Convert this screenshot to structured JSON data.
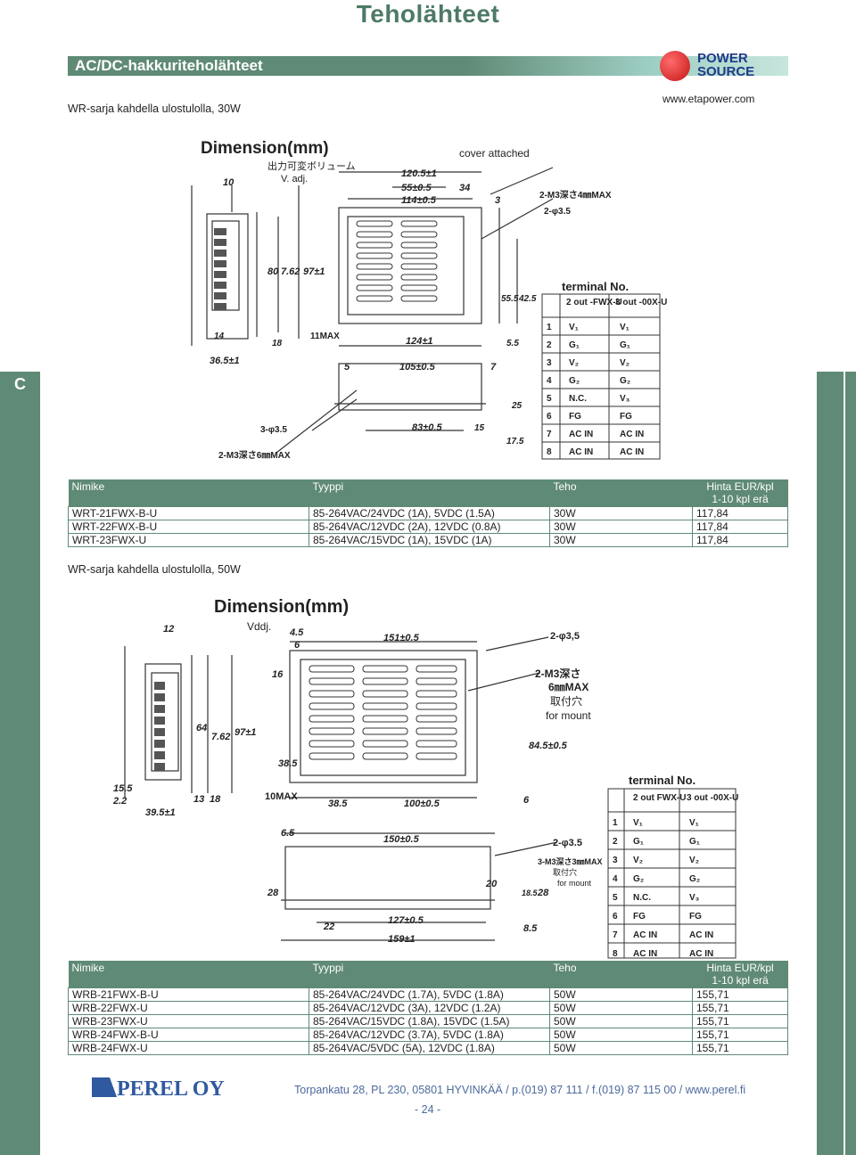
{
  "page_title": "Teholähteet",
  "section_header": "AC/DC-hakkuriteholähteet",
  "brand": {
    "line1": "POWER",
    "line2": "SOURCE",
    "website": "www.etapower.com"
  },
  "side_tab_letter": "C",
  "section1": {
    "subtitle": "WR-sarja kahdella ulostulolla, 30W",
    "diagram": {
      "title": "Dimension(mm)",
      "notes": [
        "出力可変ボリューム",
        "V. adj.",
        "cover  attached",
        "2-M3深さ4㎜MAX",
        "2-φ3.5",
        "3-φ3.5",
        "2-M3深さ6㎜MAX",
        "11MAX"
      ],
      "dims": [
        "10",
        "120.5±1",
        "55±0.5",
        "34",
        "114±0.5",
        "3",
        "80",
        "7.62",
        "97±1",
        "55.5",
        "42.5",
        "14",
        "18",
        "36.5±1",
        "124±1",
        "5.5",
        "5",
        "105±0.5",
        "7",
        "83±0.5",
        "15",
        "25",
        "17.5"
      ],
      "terminal": {
        "title": "terminal  No.",
        "headers": [
          "2 out\n-FWX-U",
          "3 out\n-00X-U"
        ],
        "rows": [
          [
            "1",
            "V₁",
            "V₁"
          ],
          [
            "2",
            "G₁",
            "G₁"
          ],
          [
            "3",
            "V₂",
            "V₂"
          ],
          [
            "4",
            "G₂",
            "G₂"
          ],
          [
            "5",
            "N.C.",
            "V₃"
          ],
          [
            "6",
            "FG",
            "FG"
          ],
          [
            "7",
            "AC IN",
            "AC IN"
          ],
          [
            "8",
            "AC IN",
            "AC IN"
          ]
        ]
      }
    },
    "table": {
      "headers": [
        "Nimike",
        "Tyyppi",
        "Teho",
        "Hinta EUR/kpl\n1-10 kpl erä"
      ],
      "rows": [
        [
          "WRT-21FWX-B-U",
          "85-264VAC/24VDC (1A), 5VDC (1.5A)",
          "30W",
          "117,84"
        ],
        [
          "WRT-22FWX-B-U",
          "85-264VAC/12VDC (2A), 12VDC (0.8A)",
          "30W",
          "117,84"
        ],
        [
          "WRT-23FWX-U",
          "85-264VAC/15VDC (1A), 15VDC (1A)",
          "30W",
          "117,84"
        ]
      ]
    }
  },
  "section2": {
    "subtitle": "WR-sarja kahdella ulostulolla, 50W",
    "diagram": {
      "title": "Dimension(mm)",
      "notes": [
        "Vddj.",
        "2-φ3,5",
        "2-M3深さ",
        "6㎜MAX",
        "取付穴",
        "for mount",
        "10MAX",
        "2-φ3.5",
        "3-M3深さ3㎜MAX",
        "取付穴",
        "for mount"
      ],
      "dims": [
        "12",
        "4.5",
        "6",
        "151±0.5",
        "16",
        "64",
        "7.62",
        "97±1",
        "38.5",
        "84.5±0.5",
        "15.5",
        "2.2",
        "39.5±1",
        "13",
        "18",
        "38.5",
        "100±0.5",
        "6",
        "6.5",
        "150±0.5",
        "28",
        "20",
        "18.5",
        "28",
        "127±0.5",
        "22",
        "159±1",
        "8.5"
      ],
      "terminal": {
        "title": "terminal  No.",
        "headers": [
          "2 out\nFWX-U",
          "3 out\n-00X-U"
        ],
        "rows": [
          [
            "1",
            "V₁",
            "V₁"
          ],
          [
            "2",
            "G₁",
            "G₁"
          ],
          [
            "3",
            "V₂",
            "V₂"
          ],
          [
            "4",
            "G₂",
            "G₂"
          ],
          [
            "5",
            "N.C.",
            "V₃"
          ],
          [
            "6",
            "FG",
            "FG"
          ],
          [
            "7",
            "AC IN",
            "AC IN"
          ],
          [
            "8",
            "AC IN",
            "AC IN"
          ]
        ]
      }
    },
    "table": {
      "headers": [
        "Nimike",
        "Tyyppi",
        "Teho",
        "Hinta EUR/kpl\n1-10 kpl erä"
      ],
      "rows": [
        [
          "WRB-21FWX-B-U",
          "85-264VAC/24VDC (1.7A), 5VDC (1.8A)",
          "50W",
          "155,71"
        ],
        [
          "WRB-22FWX-U",
          "85-264VAC/12VDC (3A), 12VDC (1.2A)",
          "50W",
          "155,71"
        ],
        [
          "WRB-23FWX-U",
          "85-264VAC/15VDC (1.8A), 15VDC (1.5A)",
          "50W",
          "155,71"
        ],
        [
          "WRB-24FWX-B-U",
          "85-264VAC/12VDC (3.7A), 5VDC (1.8A)",
          "50W",
          "155,71"
        ],
        [
          "WRB-24FWX-U",
          "85-264VAC/5VDC (5A), 12VDC (1.8A)",
          "50W",
          "155,71"
        ]
      ]
    }
  },
  "footer": {
    "company": "PEREL OY",
    "address": "Torpankatu 28, PL 230, 05801 HYVINKÄÄ / p.(019) 87 111 / f.(019) 87 115 00 / www.perel.fi",
    "page_number": "- 24 -"
  },
  "colors": {
    "accent": "#5f8a75",
    "title": "#4d7a66",
    "footer_text": "#4d6a9c",
    "logo_red": "#c41616",
    "logo_blue": "#1f3a8a"
  }
}
